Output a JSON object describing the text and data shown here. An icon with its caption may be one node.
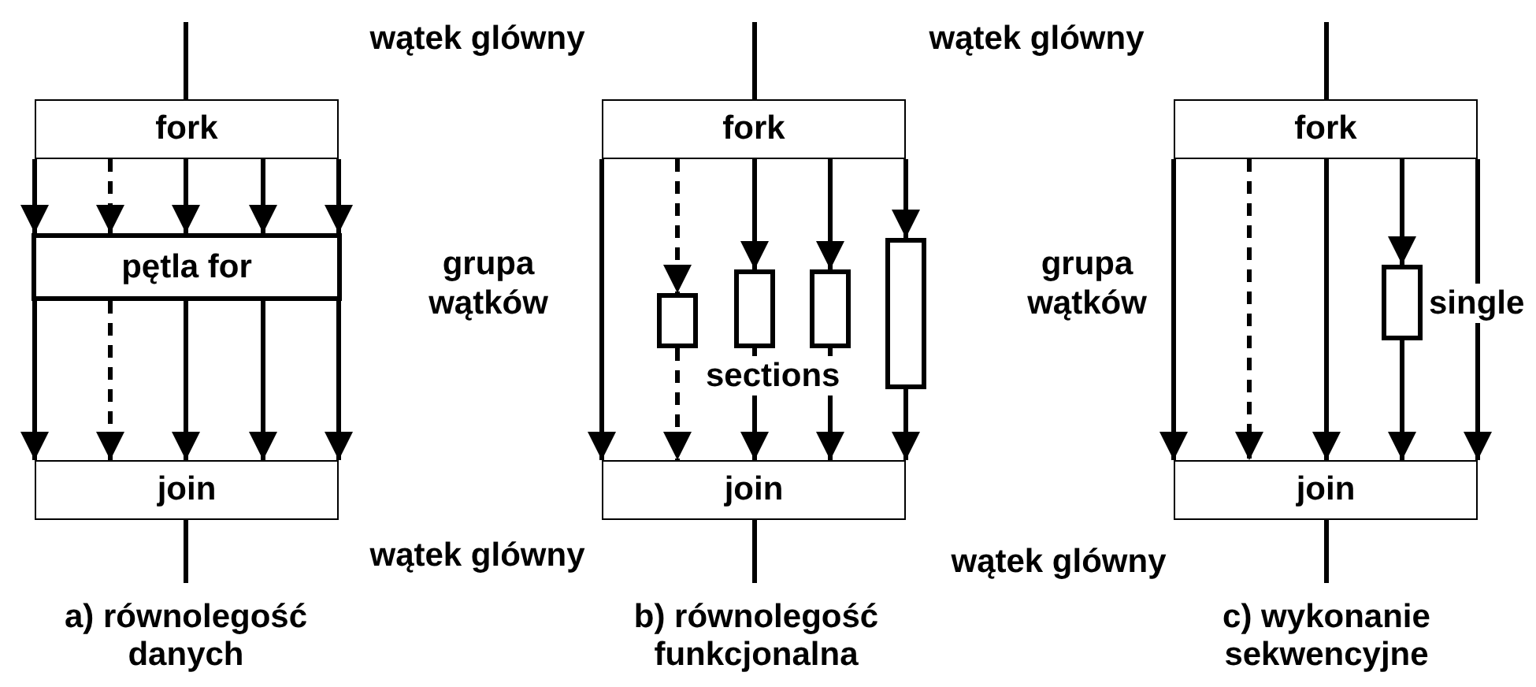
{
  "diagram": {
    "nodes": [
      {
        "text": [
          "fork"
        ]
      },
      {
        "text": [
          "pętla for"
        ]
      },
      {
        "text": [
          "join"
        ]
      },
      {
        "text": [
          "fork"
        ]
      },
      {
        "text": [],
        "shape": "box"
      },
      {
        "text": [],
        "shape": "box"
      },
      {
        "text": [],
        "shape": "box"
      },
      {
        "text": [],
        "shape": "box"
      },
      {
        "text": [
          "join"
        ]
      },
      {
        "text": [
          "fork"
        ]
      },
      {
        "text": [],
        "shape": "box",
        "beside": [
          "single"
        ]
      },
      {
        "text": [
          "join"
        ]
      }
    ],
    "edges": [
      {
        "from": null,
        "to": 0,
        "arrow": "none"
      },
      {
        "from": 0,
        "to": 1,
        "arrow": "to"
      },
      {
        "from": 0,
        "to": 1,
        "arrow": "to",
        "style": "dashed"
      },
      {
        "from": 0,
        "to": 1,
        "arrow": "to"
      },
      {
        "from": 0,
        "to": 1,
        "arrow": "to"
      },
      {
        "from": 0,
        "to": 1,
        "arrow": "to"
      },
      {
        "from": 1,
        "to": 2,
        "arrow": "to"
      },
      {
        "from": 1,
        "to": 2,
        "arrow": "to",
        "style": "dashed"
      },
      {
        "from": 1,
        "to": 2,
        "arrow": "to"
      },
      {
        "from": 1,
        "to": 2,
        "arrow": "to"
      },
      {
        "from": 1,
        "to": 2,
        "arrow": "to"
      },
      {
        "from": 2,
        "to": null,
        "arrow": "none"
      },
      {
        "from": null,
        "to": 3,
        "arrow": "none"
      },
      {
        "from": 3,
        "to": 8,
        "arrow": "to"
      },
      {
        "from": 3,
        "to": 4,
        "arrow": "to",
        "style": "dashed"
      },
      {
        "from": 4,
        "to": 8,
        "arrow": "to",
        "style": "dashed"
      },
      {
        "from": 3,
        "to": 5,
        "arrow": "to"
      },
      {
        "from": 5,
        "to": 8,
        "arrow": "to"
      },
      {
        "from": 3,
        "to": 6,
        "arrow": "to"
      },
      {
        "from": 6,
        "to": 8,
        "arrow": "to"
      },
      {
        "from": 3,
        "to": 7,
        "arrow": "to"
      },
      {
        "from": 7,
        "to": 8,
        "arrow": "to"
      },
      {
        "from": 8,
        "to": null,
        "arrow": "none"
      },
      {
        "from": null,
        "to": 9,
        "arrow": "none"
      },
      {
        "from": 9,
        "to": 11,
        "arrow": "to"
      },
      {
        "from": 9,
        "to": 11,
        "arrow": "to",
        "style": "dashed"
      },
      {
        "from": 9,
        "to": 11,
        "arrow": "to"
      },
      {
        "from": 9,
        "to": 10,
        "arrow": "to"
      },
      {
        "from": 10,
        "to": 11,
        "arrow": "to"
      },
      {
        "from": 9,
        "to": 11,
        "arrow": "to"
      },
      {
        "from": 11,
        "to": null,
        "arrow": "none"
      }
    ],
    "labels": [
      "wątek glówny",
      "wątek glówny",
      "grupa wątków",
      "grupa wątków",
      "sections",
      "wątek glówny",
      "wątek glówny",
      "a) równolegość danych",
      "b) równolegość funkcjonalna",
      "c) wykonanie sekwencyjne"
    ]
  }
}
